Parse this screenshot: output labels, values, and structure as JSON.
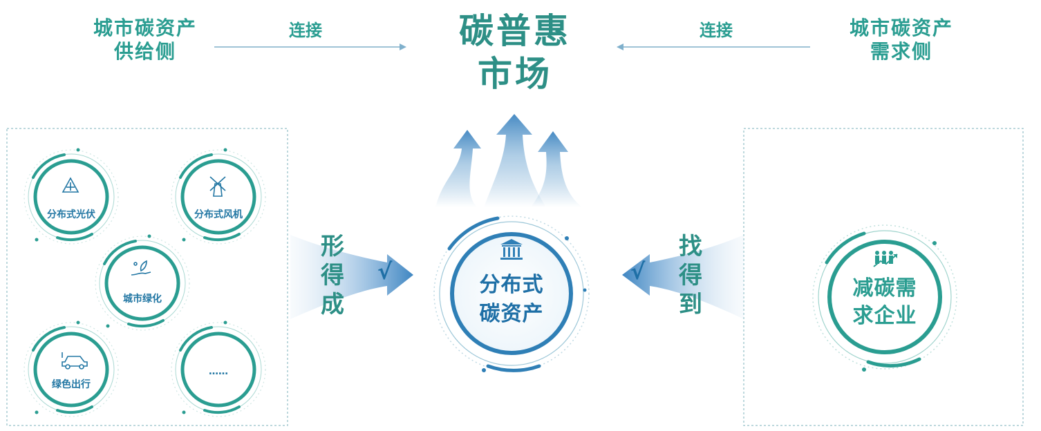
{
  "header": {
    "supply_side": "城市碳资产\n供给侧",
    "supply_line1": "城市碳资产",
    "supply_line2": "供给侧",
    "demand_line1": "城市碳资产",
    "demand_line2": "需求侧",
    "connect_left": "连接",
    "connect_right": "连接",
    "market_line1": "碳普惠",
    "market_line2": "市场"
  },
  "supply_nodes": [
    {
      "label": "分布式光伏",
      "icon": "solar-panel-icon"
    },
    {
      "label": "分布式风机",
      "icon": "windmill-icon"
    },
    {
      "label": "城市绿化",
      "icon": "plant-hand-icon"
    },
    {
      "label": "绿色出行",
      "icon": "electric-car-icon"
    },
    {
      "label": "……",
      "icon": ""
    }
  ],
  "left_action": [
    "形",
    "得",
    "成"
  ],
  "right_action": [
    "找",
    "得",
    "到"
  ],
  "check_mark": "√",
  "center": {
    "line1": "分布式",
    "line2": "碳资产",
    "icon": "bank-building-icon"
  },
  "demand": {
    "line1": "减碳需",
    "line2": "求企业",
    "icon": "business-growth-icon"
  },
  "colors": {
    "teal": "#2a9d91",
    "blue": "#1e6fa6",
    "arrow": "#4a8fc4",
    "ring": "#2a9d91"
  }
}
